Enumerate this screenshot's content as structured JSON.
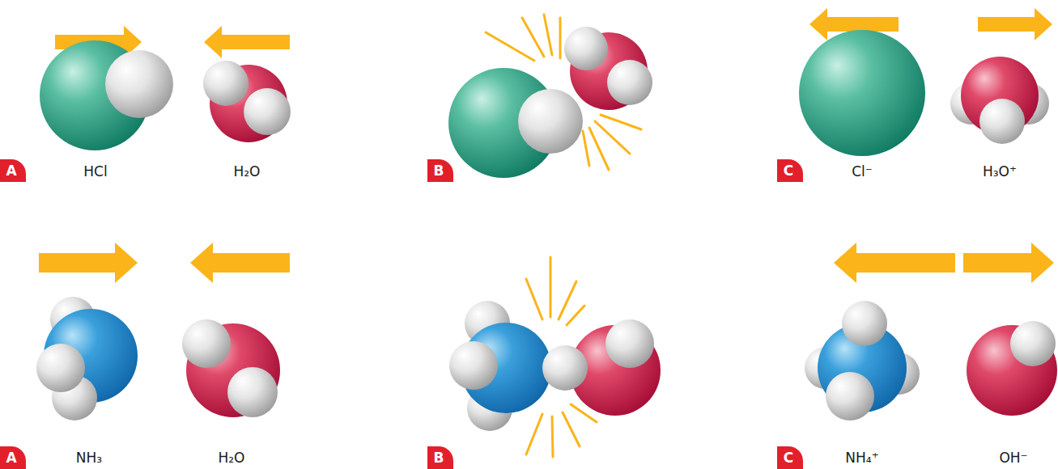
{
  "diagram": {
    "labels": [
      "A",
      "HCl",
      "H₂O",
      "B",
      "C",
      "Cl⁻",
      "H₃O⁺",
      "A",
      "NH₃",
      "H₂O",
      "B",
      "C",
      "NH₄⁺",
      "OH⁻"
    ]
  }
}
